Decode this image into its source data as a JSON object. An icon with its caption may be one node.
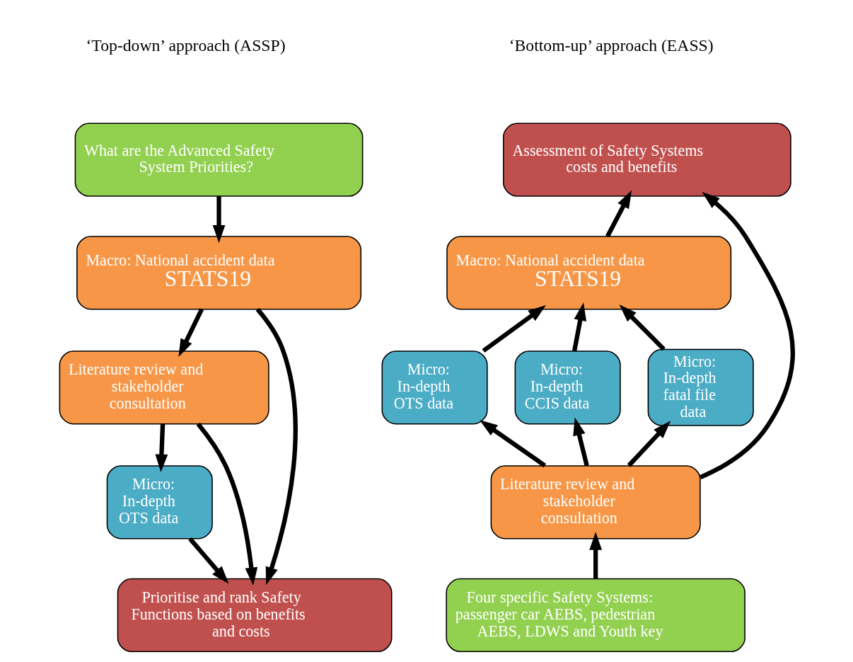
{
  "diagram": {
    "nodes": [
      {
        "text": [
          "What are the Advanced Safety System Priorities?"
        ]
      },
      {
        "text": [
          "Macro: National accident data",
          "STATS19"
        ]
      },
      {
        "text": [
          "Literature review and stakeholder consultation"
        ]
      },
      {
        "text": [
          "Micro: In-depth OTS data"
        ]
      },
      {
        "text": [
          "Prioritise and rank Safety Functions based on benefits and costs"
        ]
      },
      {
        "text": [
          "Assessment of Safety Systems costs and benefits"
        ]
      },
      {
        "text": [
          "Macro: National accident data",
          "STATS19"
        ]
      },
      {
        "text": [
          "Micro: In-depth OTS data"
        ]
      },
      {
        "text": [
          "Micro: In-depth CCIS data"
        ]
      },
      {
        "text": [
          "Micro: In-depth fatal file data"
        ]
      },
      {
        "text": [
          "Literature review and stakeholder consultation"
        ]
      },
      {
        "text": [
          "Four specific Safety Systems: passenger car AEBS, pedestrian AEBS, LDWS and Youth key"
        ]
      }
    ],
    "edges": [
      {
        "from": 0,
        "to": 1,
        "arrow": "to"
      },
      {
        "from": 1,
        "to": 2,
        "arrow": "to"
      },
      {
        "from": 2,
        "to": 3,
        "arrow": "to"
      },
      {
        "from": 1,
        "to": 4,
        "arrow": "to"
      },
      {
        "from": 2,
        "to": 4,
        "arrow": "to"
      },
      {
        "from": 3,
        "to": 4,
        "arrow": "to"
      },
      {
        "from": 6,
        "to": 5,
        "arrow": "to"
      },
      {
        "from": 7,
        "to": 6,
        "arrow": "to"
      },
      {
        "from": 8,
        "to": 6,
        "arrow": "to"
      },
      {
        "from": 9,
        "to": 6,
        "arrow": "to"
      },
      {
        "from": 10,
        "to": 7,
        "arrow": "to"
      },
      {
        "from": 10,
        "to": 8,
        "arrow": "to"
      },
      {
        "from": 10,
        "to": 9,
        "arrow": "to"
      },
      {
        "from": 10,
        "to": 5,
        "arrow": "to"
      },
      {
        "from": 11,
        "to": 10,
        "arrow": "to"
      }
    ],
    "labels": [
      "‘Top-down’ approach (ASSP)",
      "‘Bottom-up’ approach (EASS)"
    ]
  }
}
